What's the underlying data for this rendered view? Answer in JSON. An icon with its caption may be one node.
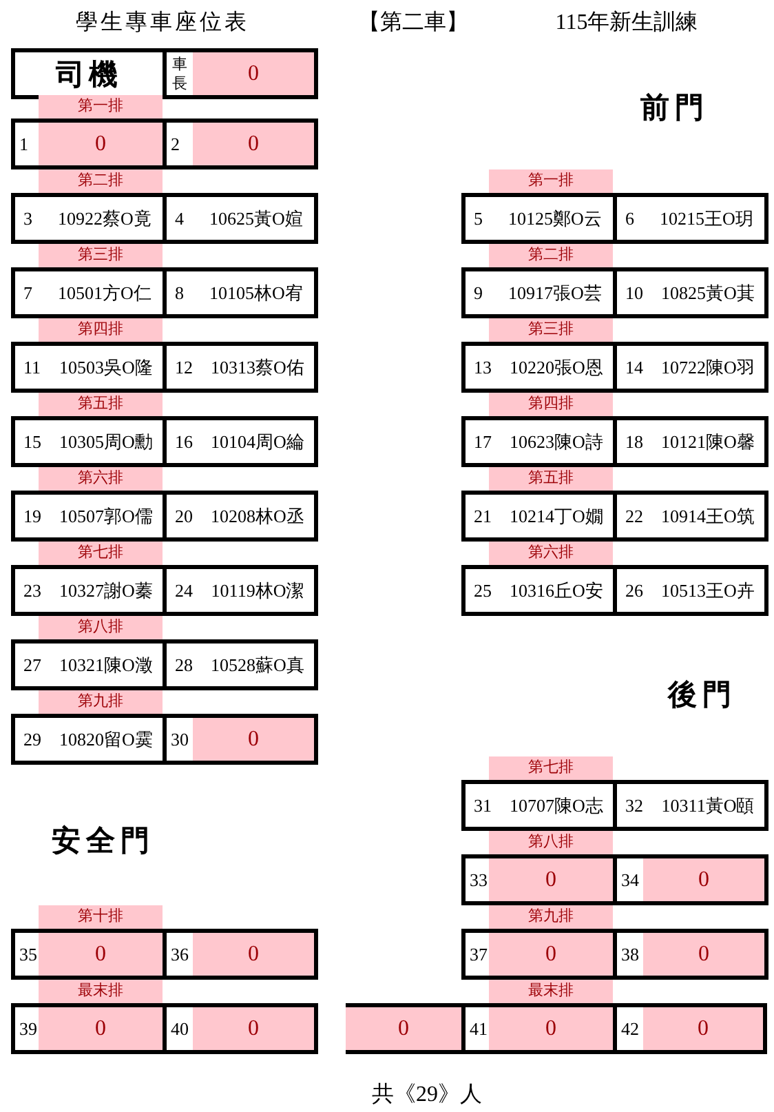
{
  "diagram": {
    "title": "學生專車座位表",
    "nodes": [
      {
        "text": [
          "司機"
        ]
      },
      {
        "text": [
          "車長",
          "0"
        ]
      },
      {
        "text": [
          "1",
          "0"
        ]
      },
      {
        "text": [
          "2",
          "0"
        ]
      },
      {
        "text": [
          "3",
          "10922蔡O竟"
        ]
      },
      {
        "text": [
          "4",
          "10625黃O媗"
        ]
      },
      {
        "text": [
          "5",
          "10125鄭O云"
        ]
      },
      {
        "text": [
          "6",
          "10215王O玥"
        ]
      },
      {
        "text": [
          "7",
          "10501方O仁"
        ]
      },
      {
        "text": [
          "8",
          "10105林O宥"
        ]
      },
      {
        "text": [
          "9",
          "10917張O芸"
        ]
      },
      {
        "text": [
          "10",
          "10825黃O萁"
        ]
      },
      {
        "text": [
          "11",
          "10503吳O隆"
        ]
      },
      {
        "text": [
          "12",
          "10313蔡O佑"
        ]
      },
      {
        "text": [
          "13",
          "10220張O恩"
        ]
      },
      {
        "text": [
          "14",
          "10722陳O羽"
        ]
      },
      {
        "text": [
          "15",
          "10305周O勳"
        ]
      },
      {
        "text": [
          "16",
          "10104周O綸"
        ]
      },
      {
        "text": [
          "17",
          "10623陳O詩"
        ]
      },
      {
        "text": [
          "18",
          "10121陳O馨"
        ]
      },
      {
        "text": [
          "19",
          "10507郭O儒"
        ]
      },
      {
        "text": [
          "20",
          "10208林O丞"
        ]
      },
      {
        "text": [
          "21",
          "10214丁O嫺"
        ]
      },
      {
        "text": [
          "22",
          "10914王O筑"
        ]
      },
      {
        "text": [
          "23",
          "10327謝O蓁"
        ]
      },
      {
        "text": [
          "24",
          "10119林O潔"
        ]
      },
      {
        "text": [
          "25",
          "10316丘O安"
        ]
      },
      {
        "text": [
          "26",
          "10513王O卉"
        ]
      },
      {
        "text": [
          "27",
          "10321陳O澂"
        ]
      },
      {
        "text": [
          "28",
          "10528蘇O真"
        ]
      },
      {
        "text": [
          "29",
          "10820留O霙"
        ]
      },
      {
        "text": [
          "30",
          "0"
        ]
      },
      {
        "text": [
          "31",
          "10707陳O志"
        ]
      },
      {
        "text": [
          "32",
          "10311黃O頤"
        ]
      },
      {
        "text": [
          "33",
          "0"
        ]
      },
      {
        "text": [
          "34",
          "0"
        ]
      },
      {
        "text": [
          "35",
          "0"
        ]
      },
      {
        "text": [
          "36",
          "0"
        ]
      },
      {
        "text": [
          "37",
          "0"
        ]
      },
      {
        "text": [
          "38",
          "0"
        ]
      },
      {
        "text": [
          "39",
          "0"
        ]
      },
      {
        "text": [
          "40",
          "0"
        ]
      },
      {
        "text": [
          "0"
        ]
      },
      {
        "text": [
          "41",
          "0"
        ]
      },
      {
        "text": [
          "42",
          "0"
        ]
      }
    ],
    "labels": [
      "【第二車】",
      "115年新生訓練",
      "第一排",
      "前門",
      "第二排",
      "第一排",
      "第三排",
      "第二排",
      "第四排",
      "第三排",
      "第五排",
      "第四排",
      "第六排",
      "第五排",
      "第七排",
      "第六排",
      "第八排",
      "第九排",
      "後門",
      "第七排",
      "安全門",
      "第八排",
      "第十排",
      "第九排",
      "最末排",
      "最末排",
      "共《29》人"
    ]
  }
}
